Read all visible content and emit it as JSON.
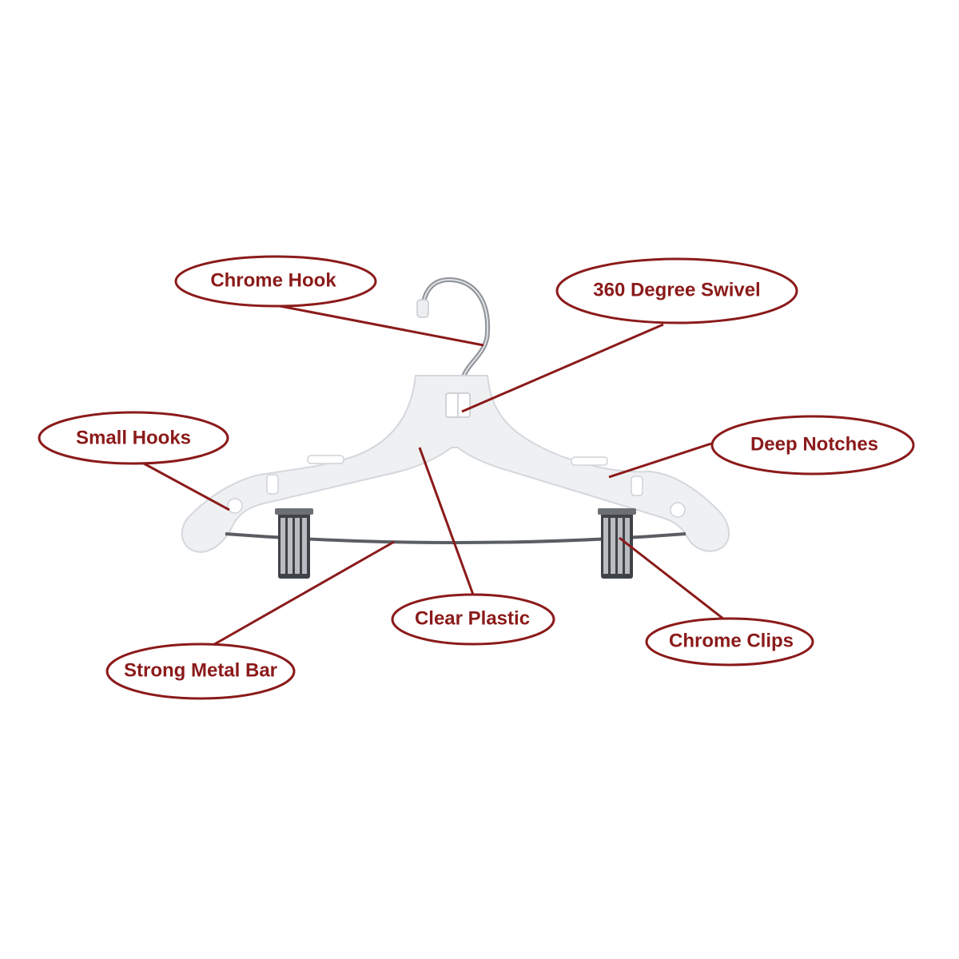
{
  "colors": {
    "callout": "#8b1a1a",
    "plastic_fill": "#eef0f2",
    "plastic_edge": "#d4d8dc",
    "metal": "#5a5d62",
    "clip_dark": "#3f4348",
    "clip_light": "#b9bdc2",
    "background": "#ffffff"
  },
  "product": {
    "name_icon": "clear-plastic-hanger-with-clips"
  },
  "callouts": {
    "chrome_hook": "Chrome Hook",
    "swivel": "360 Degree Swivel",
    "small_hooks": "Small Hooks",
    "deep_notches": "Deep Notches",
    "clear_plastic": "Clear Plastic",
    "chrome_clips": "Chrome Clips",
    "metal_bar": "Strong Metal Bar"
  }
}
